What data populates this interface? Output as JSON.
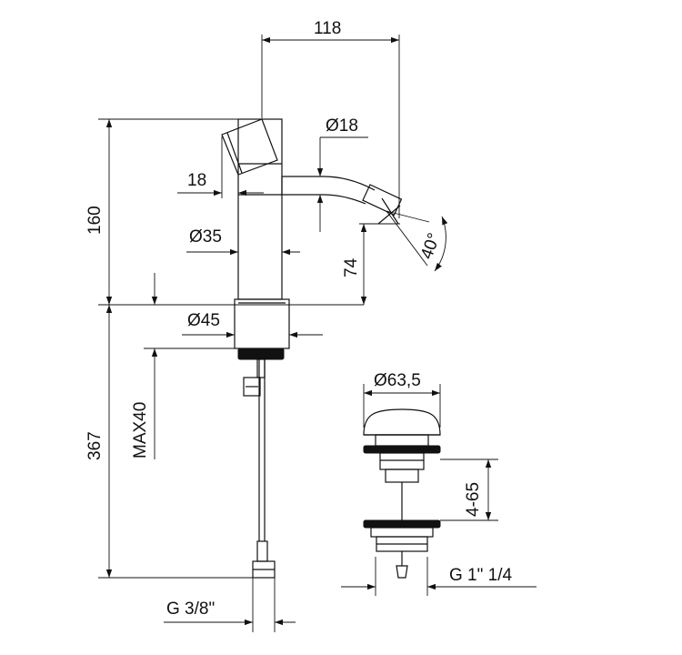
{
  "dimensions": {
    "overall_depth": "118",
    "spout_diameter": "Ø18",
    "lever_offset": "18",
    "body_height": "160",
    "body_diameter": "Ø35",
    "spout_height": "74",
    "spray_angle": "40°",
    "base_diameter": "Ø45",
    "max_deck": "MAX40",
    "hose_length": "367",
    "hose_connection": "G 3/8\"",
    "waste_diameter": "Ø63,5",
    "waste_range": "4-65",
    "waste_thread": "G 1\" 1/4"
  }
}
